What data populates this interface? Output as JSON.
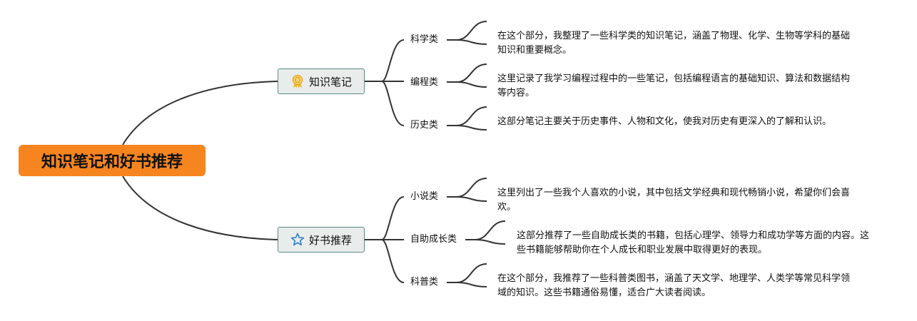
{
  "root": {
    "label": "知识笔记和好书推荐",
    "color": "#f6851f"
  },
  "branches": [
    {
      "label": "知识笔记",
      "icon": "award-ribbon-icon",
      "topics": [
        {
          "label": "科学类",
          "note": "在这个部分，我整理了一些科学类的知识笔记，涵盖了物理、化学、生物等学科的基础知识和重要概念。"
        },
        {
          "label": "编程类",
          "note": "这里记录了我学习编程过程中的一些笔记，包括编程语言的基础知识、算法和数据结构等内容。"
        },
        {
          "label": "历史类",
          "note": "这部分笔记主要关于历史事件、人物和文化，使我对历史有更深入的了解和认识。"
        }
      ]
    },
    {
      "label": "好书推荐",
      "icon": "star-outline-icon",
      "topics": [
        {
          "label": "小说类",
          "note": "这里列出了一些我个人喜欢的小说，其中包括文学经典和现代畅销小说，希望你们会喜欢。"
        },
        {
          "label": "自助成长类",
          "note": "这部分推荐了一些自助成长类的书籍，包括心理学、领导力和成功学等方面的内容。这些书籍能够帮助你在个人成长和职业发展中取得更好的表现。"
        },
        {
          "label": "科普类",
          "note": "在这个部分，我推荐了一些科普类图书，涵盖了天文学、地理学、人类学等常见科学领域的知识。这些书籍通俗易懂，适合广大读者阅读。"
        }
      ]
    }
  ]
}
